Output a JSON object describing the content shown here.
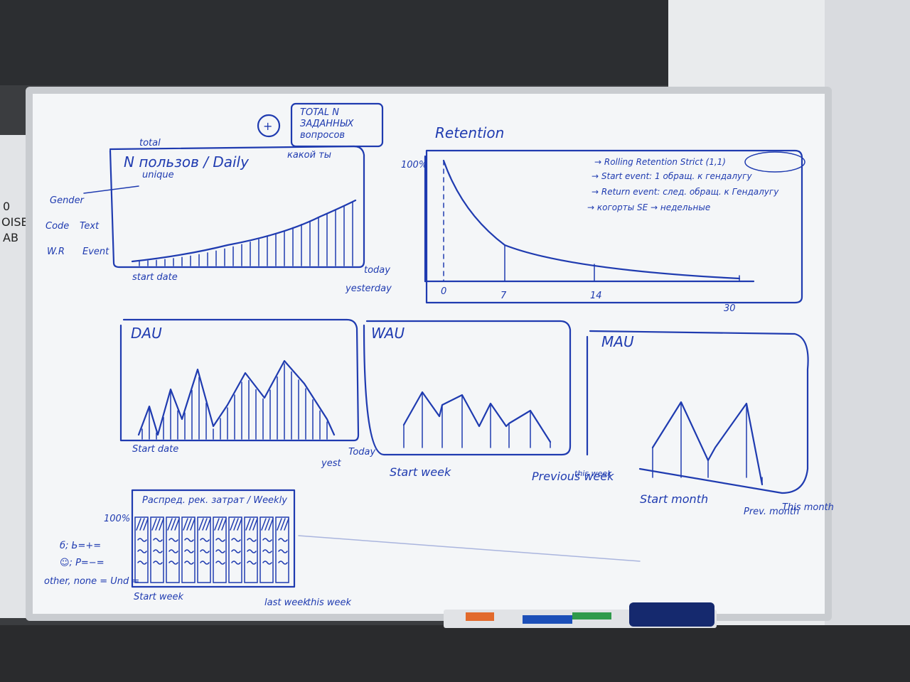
{
  "wall_sign": {
    "lines": [
      "0",
      "OISE",
      "AB"
    ]
  },
  "top_box": {
    "plus": "+",
    "lines": [
      "TOTAL N",
      "ЗАДАННЫХ",
      "вопросов"
    ]
  },
  "daily_chart": {
    "total": "total",
    "title": "N пользов / Daily",
    "subtitle": "unique",
    "note": "какой ты",
    "gender_label": "Gender",
    "tree": [
      "Code",
      "Text",
      "W.R",
      "Event"
    ],
    "start": "start date",
    "today": "today",
    "yesterday": "yesterday"
  },
  "retention": {
    "title": "Retention",
    "y100": "100%",
    "ticks": [
      "0",
      "7",
      "14",
      "30"
    ],
    "notes": [
      "→ Rolling Retention Strict (1,1)",
      "→ Start event: 1 обращ. к гендалугу",
      "→ Return event: след. обращ. к Гендалугу",
      "→ когорты SE → недельные"
    ]
  },
  "dau": {
    "title": "DAU",
    "start": "Start date",
    "yest": "yest",
    "today": "Today"
  },
  "wau": {
    "title": "WAU",
    "start": "Start week",
    "prev": "Previous week",
    "this": "this week"
  },
  "mau": {
    "title": "MAU",
    "start": "Start month",
    "prev": "Prev. month",
    "this": "This month"
  },
  "weekly": {
    "title": "Распред. рек. затрат / Weekly",
    "y100": "100%",
    "legend": [
      "б; Ь=+=",
      "☺; P=−=",
      "other, none = Und ="
    ],
    "start": "Start week",
    "last": "last week",
    "this": "this week"
  },
  "colors": {
    "ink": "#1f3bb0",
    "board": "#f4f6f8",
    "frame": "#c9ccd0"
  },
  "icons": [
    "board-eraser-icon",
    "marker-icon"
  ]
}
